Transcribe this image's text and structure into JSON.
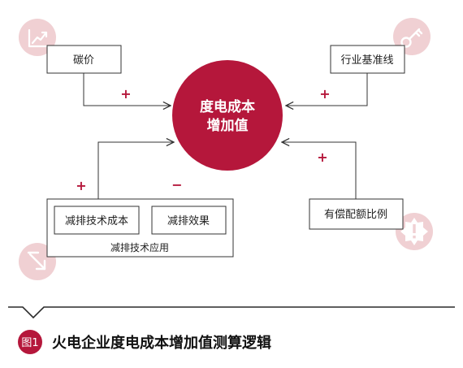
{
  "colors": {
    "accent": "#b5173b",
    "icon_bg": "#f0d0d3",
    "box_border": "#333333",
    "text": "#222222",
    "divider": "#2a2a2a"
  },
  "center": {
    "line1": "度电成本",
    "line2": "增加值"
  },
  "nodes": {
    "carbon_price": "碳价",
    "industry_baseline": "行业基准线",
    "paid_quota_ratio": "有偿配额比例",
    "tech_cost": "减排技术成本",
    "reduction_effect": "减排效果",
    "tech_application": "减排技术应用"
  },
  "signs": {
    "carbon_price": "+",
    "industry_baseline": "+",
    "paid_quota_ratio": "+",
    "tech_cost": "+",
    "reduction_effect": "−"
  },
  "icons": {
    "top_left": "trend-chart-icon",
    "top_right": "key-icon",
    "bottom_left": "shrink-arrow-icon",
    "bottom_right": "alert-badge-icon"
  },
  "caption": {
    "badge": "图1",
    "title": "火电企业度电成本增加值测算逻辑"
  }
}
